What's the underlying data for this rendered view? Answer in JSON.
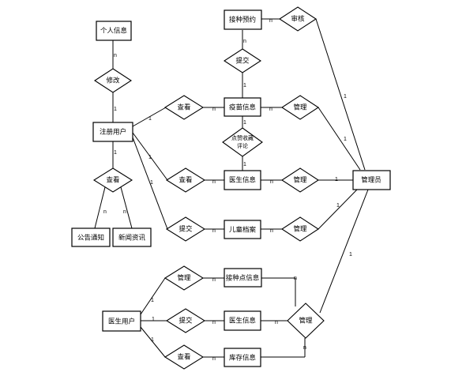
{
  "entities": {
    "personal_info": "个人信息",
    "registered_user": "注册用户",
    "announcement": "公告通知",
    "news": "新闻资讯",
    "appointment": "接种预约",
    "vaccine_info": "疫苗信息",
    "doctor_info": "医生信息",
    "child_record": "儿童档案",
    "admin": "管理员",
    "doctor_user": "医生用户",
    "vaccination_site": "接种点信息",
    "doctor_info_2": "医生信息",
    "inventory": "库存信息"
  },
  "relations": {
    "modify": "修改",
    "view_announce": "查看",
    "view_vaccine": "查看",
    "view_doctor": "查看",
    "submit_child": "提交",
    "submit_appoint": "提交",
    "review": "审核",
    "manage_vaccine": "管理",
    "manage_doctor": "管理",
    "manage_child": "管理",
    "fav_comment_1": "点赞收藏",
    "fav_comment_2": "评论",
    "doc_manage_site": "管理",
    "doc_submit": "提交",
    "doc_view": "查看",
    "manage_group": "管理"
  },
  "cardinality": {
    "one": "1",
    "n": "n"
  }
}
